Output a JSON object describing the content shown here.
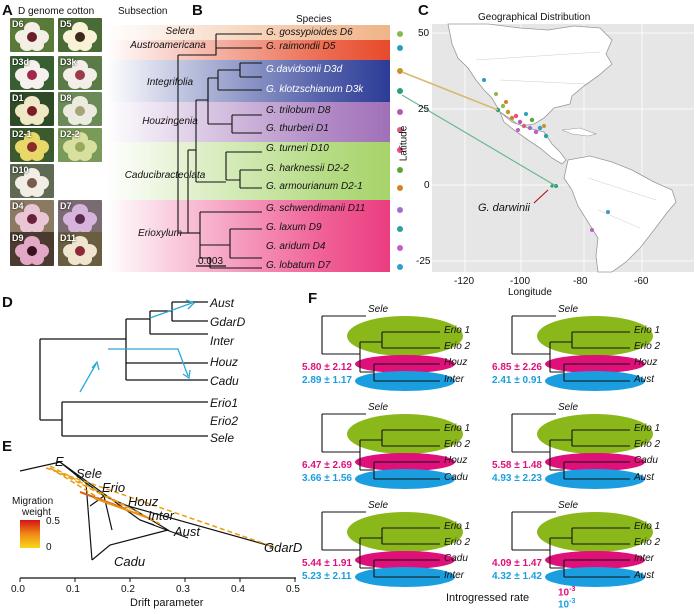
{
  "panelA": {
    "letter": "A",
    "title": "D genome cotton",
    "photos": [
      {
        "label": "D6",
        "bg": "#5a7a3a",
        "petal": "#f4efe6",
        "eye": "#6b1d2a"
      },
      {
        "label": "D5",
        "bg": "#4a6a36",
        "petal": "#f7f2d8",
        "eye": "#3a2a1a"
      },
      {
        "label": "D3d",
        "bg": "#375f32",
        "petal": "#f6f0ee",
        "eye": "#a0284a"
      },
      {
        "label": "D3k",
        "bg": "#5a7a48",
        "petal": "#f4eee8",
        "eye": "#9a3a4a"
      },
      {
        "label": "D1",
        "bg": "#2f4a26",
        "petal": "#efe8c6",
        "eye": "#7a1d25"
      },
      {
        "label": "D8",
        "bg": "#6a8a58",
        "petal": "#ecebe0",
        "eye": "#a8a47a"
      },
      {
        "label": "D2-1",
        "bg": "#3c5a2e",
        "petal": "#e8d86a",
        "eye": "#8a2a2a"
      },
      {
        "label": "D2-2",
        "bg": "#7a9a5a",
        "petal": "#d8e0a0",
        "eye": "#9aa85a"
      },
      {
        "label": "D10",
        "bg": "#5e6a52",
        "petal": "#f2eee6",
        "eye": "#7a5a4a"
      },
      {
        "label": "D4",
        "bg": "#8a7a62",
        "petal": "#e8c6d6",
        "eye": "#6a2038"
      },
      {
        "label": "D7",
        "bg": "#7a6a72",
        "petal": "#d6b4dc",
        "eye": "#5a2a4a"
      },
      {
        "label": "D9",
        "bg": "#4a3a30",
        "petal": "#e2a8c6",
        "eye": "#3a1020"
      },
      {
        "label": "D11",
        "bg": "#6a5e40",
        "petal": "#f0e6d0",
        "eye": "#8a2a3a"
      }
    ]
  },
  "panelB": {
    "letter": "B",
    "subsection_title": "Subsection",
    "species_title": "Species",
    "scale_label": "0.003",
    "subsections": [
      {
        "name": "Selera",
        "color": "#f0b48a"
      },
      {
        "name": "Austroamericana",
        "color": "#e74a2a"
      },
      {
        "name": "Integrifolia",
        "color": "#2c3c96"
      },
      {
        "name": "Houzingenia",
        "color": "#a070b8"
      },
      {
        "name": "Caducibracteolata",
        "color": "#a6d46a"
      },
      {
        "name": "Erioxylum",
        "color": "#ec3c80"
      }
    ],
    "species": [
      {
        "name": "G. gossypioides D6",
        "dot": "#8db84a"
      },
      {
        "name": "G. raimondii D5",
        "dot": "#2aa0b8"
      },
      {
        "name": "G.davidsonii D3d",
        "dot": "#c4962a"
      },
      {
        "name": "G. klotzschianum D3k",
        "dot": "#2aa078"
      },
      {
        "name": "G. trilobum D8",
        "dot": "#b45ab4"
      },
      {
        "name": "G. thurberi D1",
        "dot": "#d4607a"
      },
      {
        "name": "G. turneri D10",
        "dot": "#ea4a8a"
      },
      {
        "name": "G. harknessii D2-2",
        "dot": "#5aa63a"
      },
      {
        "name": "G. armourianum D2-1",
        "dot": "#d4802a"
      },
      {
        "name": "G. schwendimanii D11",
        "dot": "#a070d0"
      },
      {
        "name": "G. laxum D9",
        "dot": "#2aa0a0"
      },
      {
        "name": "G. aridum D4",
        "dot": "#c060c0"
      },
      {
        "name": "G. lobatum D7",
        "dot": "#30a0c8"
      }
    ]
  },
  "panelC": {
    "letter": "C",
    "title": "Geographical Distribution",
    "ylabel": "Latitude",
    "xlabel": "Longitude",
    "yticks": [
      "50",
      "25",
      "0",
      "-25"
    ],
    "xticks": [
      "-120",
      "-100",
      "-80",
      "-60"
    ],
    "annotation": "G. darwinii"
  },
  "panelD": {
    "letter": "D",
    "taxa": [
      "Aust",
      "GdarD",
      "Inter",
      "Houz",
      "Cadu",
      "Erio1",
      "Erio2",
      "Sele"
    ]
  },
  "panelE": {
    "letter": "E",
    "legend_title_1": "Migration",
    "legend_title_2": "weight",
    "legend_max": "0.5",
    "legend_min": "0",
    "xlabel": "Drift parameter",
    "xticks": [
      "0.0",
      "0.1",
      "0.2",
      "0.3",
      "0.4",
      "0.5"
    ],
    "taxa": [
      "E",
      "Sele",
      "Erio",
      "Houz",
      "Inter",
      "Aust",
      "GdarD",
      "Cadu"
    ]
  },
  "panelF": {
    "letter": "F",
    "root": "Sele",
    "erio1": "Erio 1",
    "erio2": "Erio 2",
    "trees": [
      {
        "pink": "Houz",
        "blue": "Inter",
        "rate_pink": "5.80 ± 2.12",
        "rate_blue": "2.89 ± 1.17"
      },
      {
        "pink": "Houz",
        "blue": "Aust",
        "rate_pink": "6.85 ± 2.26",
        "rate_blue": "2.41 ± 0.91"
      },
      {
        "pink": "Houz",
        "blue": "Cadu",
        "rate_pink": "6.47 ± 2.69",
        "rate_blue": "3.66 ± 1.56"
      },
      {
        "pink": "Cadu",
        "blue": "Aust",
        "rate_pink": "5.58 ± 1.48",
        "rate_blue": "4.93 ± 2.23"
      },
      {
        "pink": "Cadu",
        "blue": "Inter",
        "rate_pink": "5.44 ± 1.91",
        "rate_blue": "5.23 ± 2.11"
      },
      {
        "pink": "Inter",
        "blue": "Aust",
        "rate_pink": "4.09 ± 1.47",
        "rate_blue": "4.32 ± 1.42"
      }
    ],
    "legend_label": "Introgressed rate",
    "legend_pink": "10",
    "legend_blue": "10",
    "legend_exp": "-3",
    "colors": {
      "green": "#8ab81a",
      "pink": "#e0107a",
      "blue": "#1a9ee0"
    }
  }
}
